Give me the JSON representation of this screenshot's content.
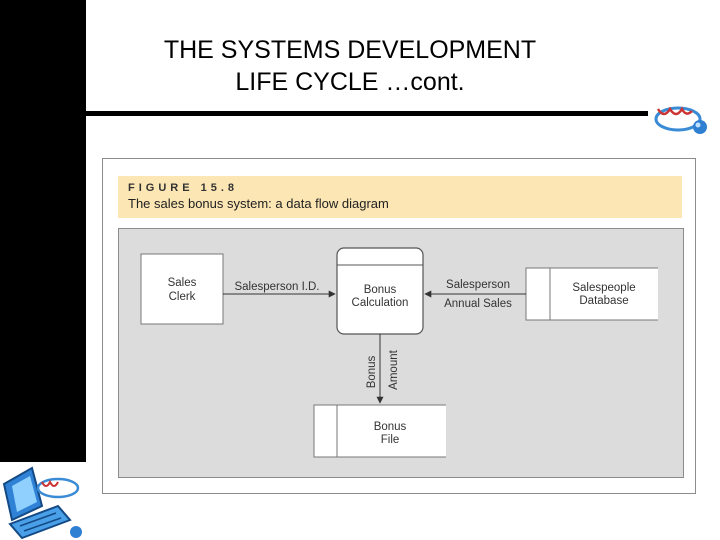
{
  "slide": {
    "title_line1": "THE SYSTEMS DEVELOPMENT",
    "title_line2": "LIFE CYCLE …cont."
  },
  "figure": {
    "label": "FIGURE 15.8",
    "caption": "The sales bonus system: a data flow diagram"
  },
  "diagram": {
    "entity": {
      "line1": "Sales",
      "line2": "Clerk"
    },
    "process": {
      "line1": "Bonus",
      "line2": "Calculation"
    },
    "store_database": {
      "line1": "Salespeople",
      "line2": "Database"
    },
    "store_file": {
      "line1": "Bonus",
      "line2": "File"
    },
    "flow_id": "Salesperson I.D.",
    "flow_sales": {
      "line1": "Salesperson",
      "line2": "Annual Sales"
    },
    "flow_bonus": {
      "line1": "Bonus",
      "line2": "Amount"
    }
  },
  "colors": {
    "caption_bg": "#fbe6b4",
    "panel_bg": "#dcdcdc",
    "sidebar": "#000000"
  },
  "icons": [
    "web-logo-icon",
    "computer-clipart-icon"
  ]
}
